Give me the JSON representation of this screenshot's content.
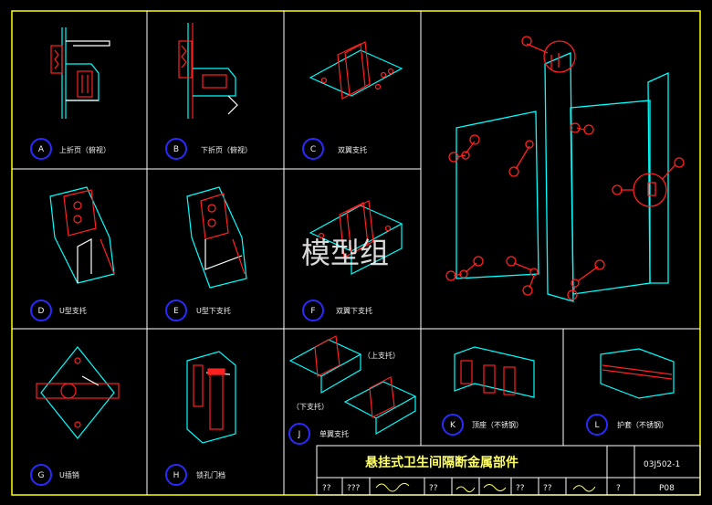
{
  "watermark": "模型组",
  "title_block": {
    "title": "悬挂式卫生间隔断金属部件",
    "drawing_no": "03J502-1",
    "page": "P08",
    "row_cells": [
      "??",
      "???",
      "",
      "??",
      "",
      "??",
      "??",
      "",
      "?"
    ]
  },
  "panels": [
    {
      "letter": "A",
      "caption": "上折页（俯视）"
    },
    {
      "letter": "B",
      "caption": "下折页（俯视）"
    },
    {
      "letter": "C",
      "caption": "双翼支托"
    },
    {
      "letter": "D",
      "caption": "U型支托"
    },
    {
      "letter": "E",
      "caption": "U型下支托"
    },
    {
      "letter": "F",
      "caption": "双翼下支托"
    },
    {
      "letter": "G",
      "caption": "U插销"
    },
    {
      "letter": "H",
      "caption": "锁孔门档"
    },
    {
      "letter": "J",
      "caption": "单翼支托"
    },
    {
      "letter": "K",
      "caption": "顶座（不锈钢）"
    },
    {
      "letter": "L",
      "caption": "护套（不锈钢）"
    }
  ],
  "j_labels": {
    "upper": "（上支托）",
    "lower": "（下支托）"
  },
  "colors": {
    "frame": "#ffff00",
    "grid": "#ffffff",
    "part": "#00ffff",
    "detail": "#ff2020",
    "circle": "#2a2aff",
    "text_yellow": "#ffff66"
  }
}
